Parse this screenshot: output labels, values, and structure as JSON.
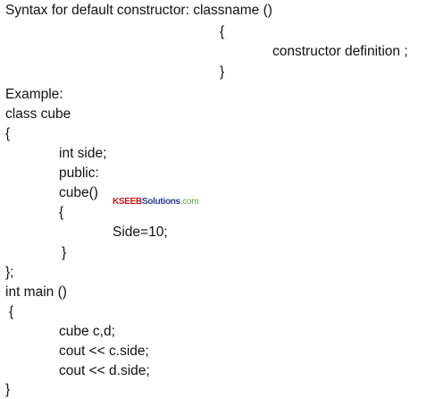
{
  "syntax": {
    "heading": "Syntax for default constructor: classname ()",
    "open_brace": "{",
    "body": "constructor definition ;",
    "close_brace": "}"
  },
  "example": {
    "label": "Example:",
    "lines": [
      "class cube",
      "{",
      "int side;",
      "public:",
      "cube()",
      "{",
      "Side=10;",
      "}",
      "};",
      "int main ()",
      "{",
      "cube c,d;",
      "cout << c.side;",
      "cout << d.side;",
      "}"
    ]
  },
  "watermark": {
    "part1": "KSEEB",
    "part2": "Solutions",
    "part3": ".com"
  }
}
